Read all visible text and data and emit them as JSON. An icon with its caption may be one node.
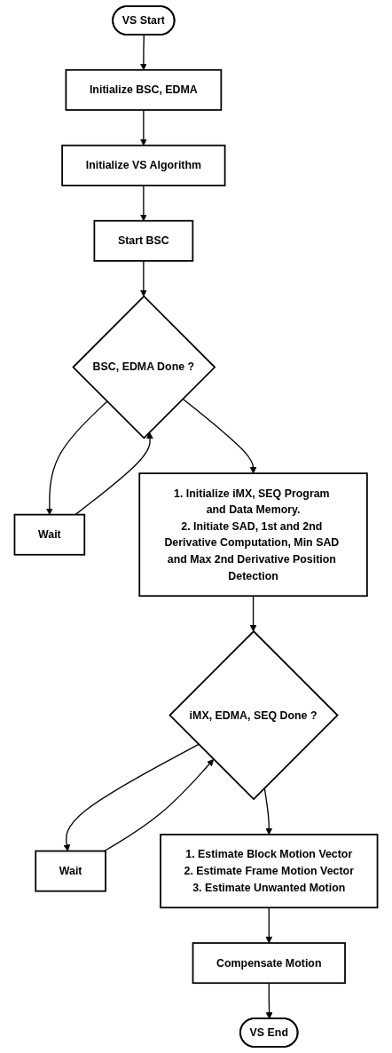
{
  "diagram": {
    "nodes": [
      {
        "text": [
          "VS Start"
        ]
      },
      {
        "text": [
          "Initialize BSC, EDMA"
        ]
      },
      {
        "text": [
          "Initialize VS Algorithm"
        ]
      },
      {
        "text": [
          "Start BSC"
        ]
      },
      {
        "text": [
          "BSC, EDMA Done ?"
        ]
      },
      {
        "text": [
          "Wait"
        ]
      },
      {
        "text": [
          "1. Initialize iMX, SEQ Program and Data Memory.",
          "2. Initiate SAD, 1st and 2nd Derivative Computation, Min SAD and Max 2nd Derivative Position Detection"
        ]
      },
      {
        "text": [
          "iMX, EDMA, SEQ Done ?"
        ]
      },
      {
        "text": [
          "Wait"
        ]
      },
      {
        "text": [
          "1. Estimate Block Motion Vector",
          "2. Estimate Frame Motion Vector",
          "3. Estimate Unwanted Motion"
        ]
      },
      {
        "text": [
          "Compensate Motion"
        ]
      },
      {
        "text": [
          "VS End"
        ]
      }
    ],
    "edges": [
      {
        "from": 0,
        "to": 1,
        "arrow": "to"
      },
      {
        "from": 1,
        "to": 2,
        "arrow": "to"
      },
      {
        "from": 2,
        "to": 3,
        "arrow": "to"
      },
      {
        "from": 3,
        "to": 4,
        "arrow": "to"
      },
      {
        "from": 4,
        "to": 5,
        "arrow": "to"
      },
      {
        "from": 5,
        "to": 4,
        "arrow": "to"
      },
      {
        "from": 4,
        "to": 6,
        "arrow": "to"
      },
      {
        "from": 6,
        "to": 7,
        "arrow": "to"
      },
      {
        "from": 7,
        "to": 8,
        "arrow": "to"
      },
      {
        "from": 8,
        "to": 7,
        "arrow": "to"
      },
      {
        "from": 7,
        "to": 9,
        "arrow": "to"
      },
      {
        "from": 9,
        "to": 10,
        "arrow": "to"
      },
      {
        "from": 10,
        "to": 11,
        "arrow": "to"
      }
    ]
  }
}
